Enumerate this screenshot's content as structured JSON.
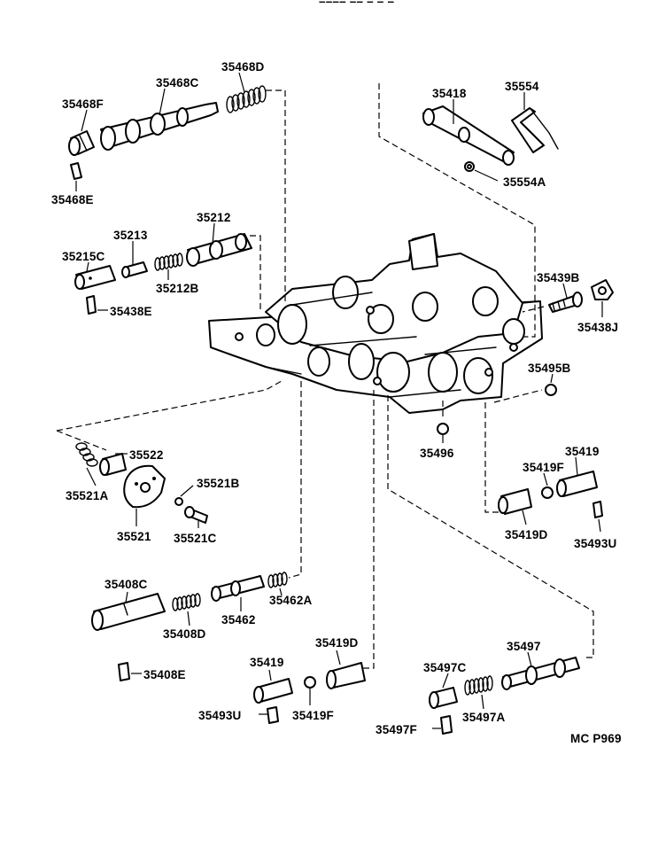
{
  "drawing_code": "MC P969",
  "header_fragment": "–––– –– – – –",
  "parts": {
    "p35468F": "35468F",
    "p35468C": "35468C",
    "p35468D": "35468D",
    "p35468E": "35468E",
    "p35212": "35212",
    "p35213": "35213",
    "p35215C": "35215C",
    "p35212B": "35212B",
    "p35438E": "35438E",
    "p35418": "35418",
    "p35554": "35554",
    "p35554A": "35554A",
    "p35439B": "35439B",
    "p35438J": "35438J",
    "p35495B": "35495B",
    "p35496": "35496",
    "p35522": "35522",
    "p35521A": "35521A",
    "p35521B": "35521B",
    "p35521": "35521",
    "p35521C": "35521C",
    "p35419_right": "35419",
    "p35419F_right": "35419F",
    "p35419D_right": "35419D",
    "p35493U_right": "35493U",
    "p35408C": "35408C",
    "p35408D": "35408D",
    "p35462": "35462",
    "p35462A": "35462A",
    "p35408E": "35408E",
    "p35419D_center": "35419D",
    "p35419_center": "35419",
    "p35493U_center": "35493U",
    "p35419F_center": "35419F",
    "p35497": "35497",
    "p35497C": "35497C",
    "p35497A": "35497A",
    "p35497F": "35497F"
  }
}
